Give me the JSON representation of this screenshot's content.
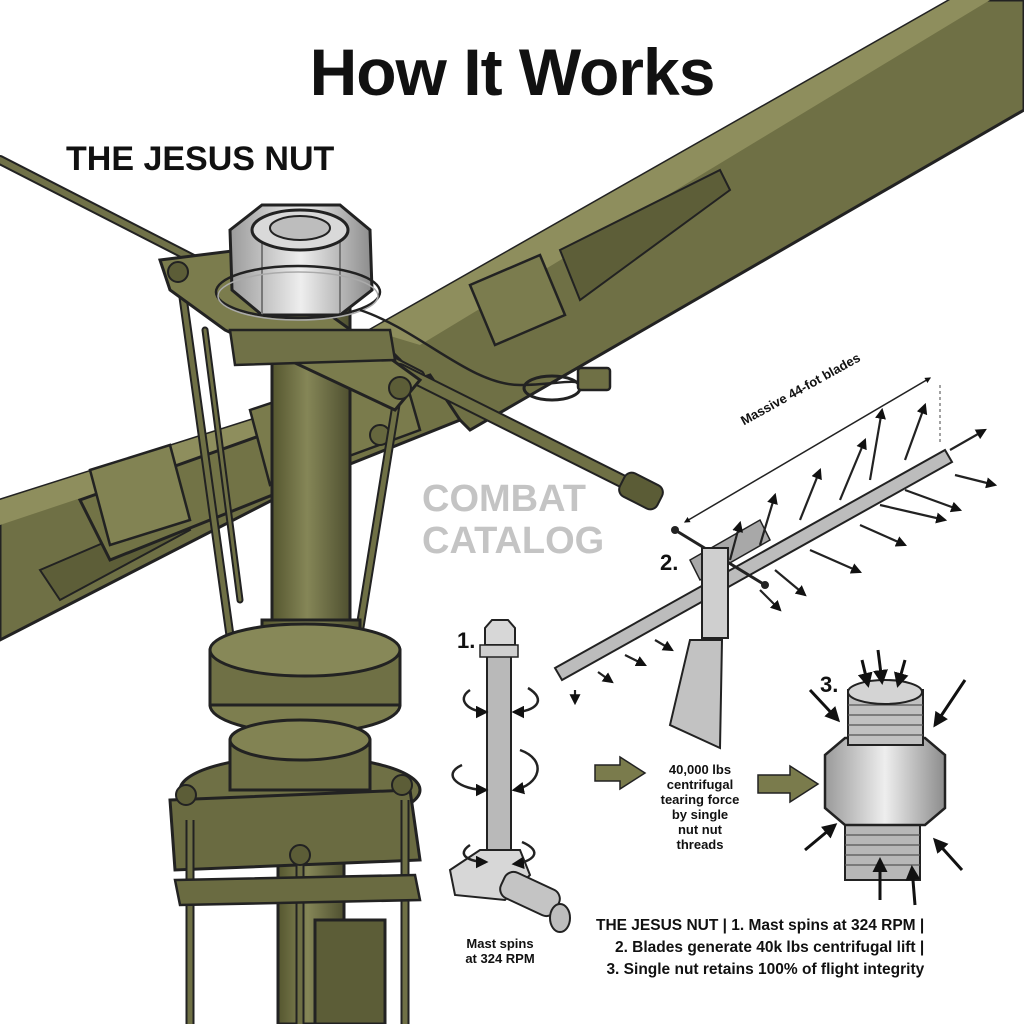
{
  "header": {
    "title": "How It Works",
    "subtitle": "THE JESUS NUT"
  },
  "watermark": {
    "line1": "COMBAT",
    "line2": "CATALOG"
  },
  "steps": [
    {
      "number": "1.",
      "caption_lines": [
        "Mast spins",
        "at 324 RPM"
      ]
    },
    {
      "number": "2.",
      "dimension_label": "Massive 44-fot blades"
    },
    {
      "number": "3."
    }
  ],
  "force_caption_lines": [
    "40,000 lbs",
    "centrifugal",
    "tearing force",
    "by single",
    "nut nut",
    "threads"
  ],
  "summary_lines": [
    "THE JESUS NUT | 1. Mast spins at 324 RPM |",
    "2. Blades generate 40k lbs centrifugal lift |",
    "3. Single nut retains 100% of flight integrity"
  ],
  "colors": {
    "olive": "#6f7045",
    "olive_dark": "#4f5030",
    "olive_light": "#8e8e5d",
    "steel": "#c9c9c9",
    "steel_dark": "#8a8a8a",
    "watermark": "#c4c4c4",
    "ink": "#111111"
  }
}
